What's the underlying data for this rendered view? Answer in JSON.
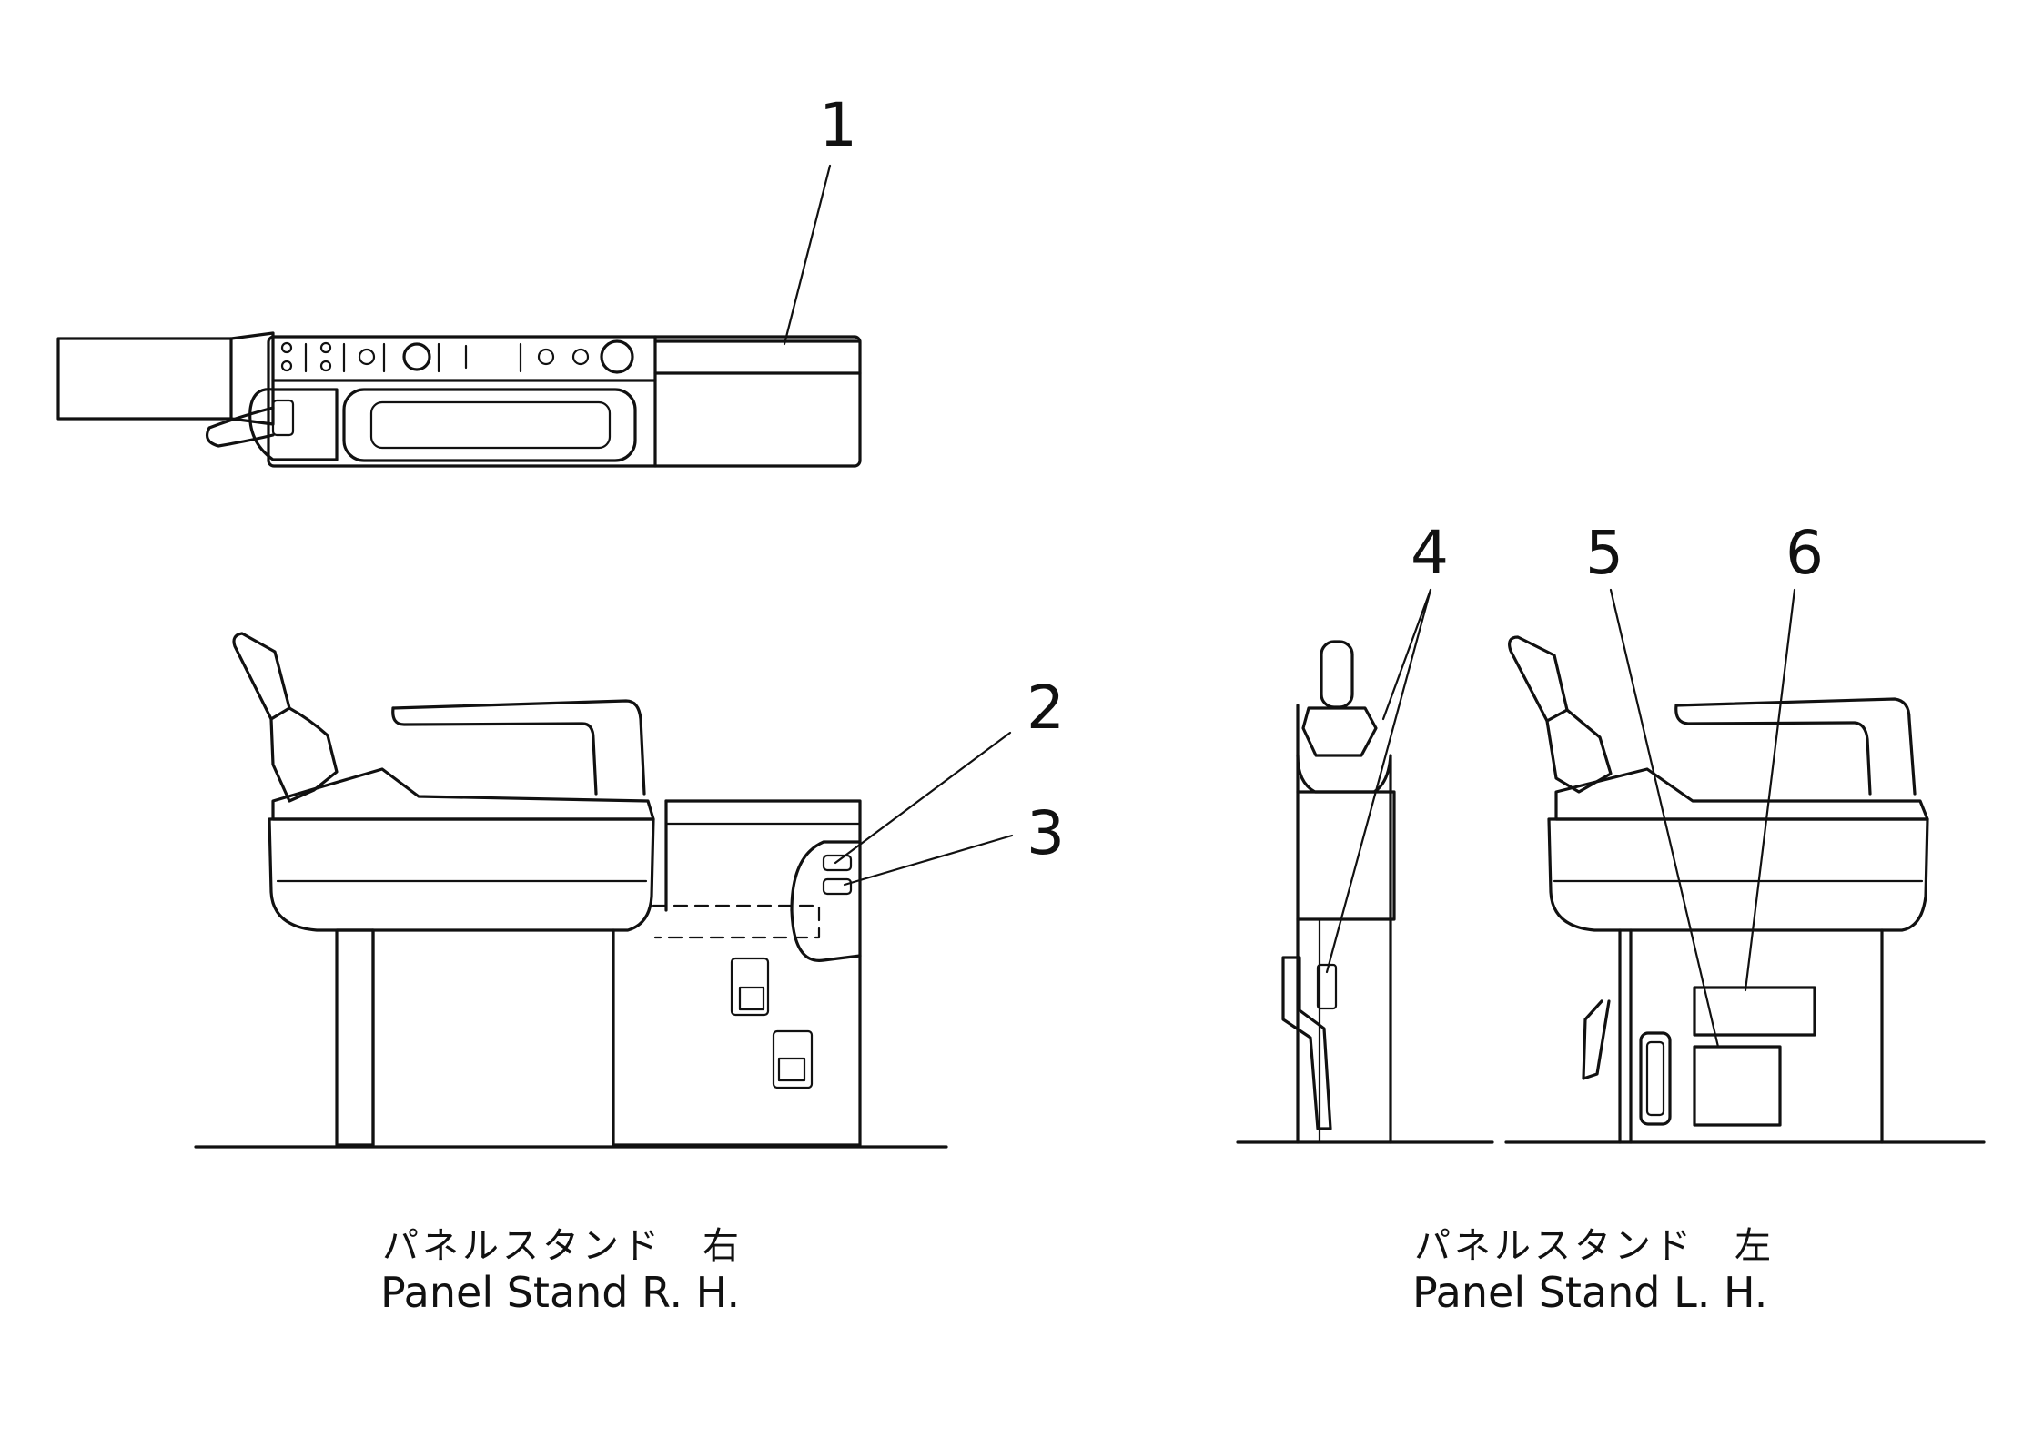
{
  "callouts": [
    "1",
    "2",
    "3",
    "4",
    "5",
    "6"
  ],
  "captions": {
    "right": {
      "jp": "パネルスタンド　右",
      "en": "Panel  Stand  R. H."
    },
    "left": {
      "jp": "パネルスタンド　左",
      "en": "Panel  Stand  L. H."
    }
  },
  "colors": {
    "ink": "#111111",
    "paper": "#ffffff"
  }
}
